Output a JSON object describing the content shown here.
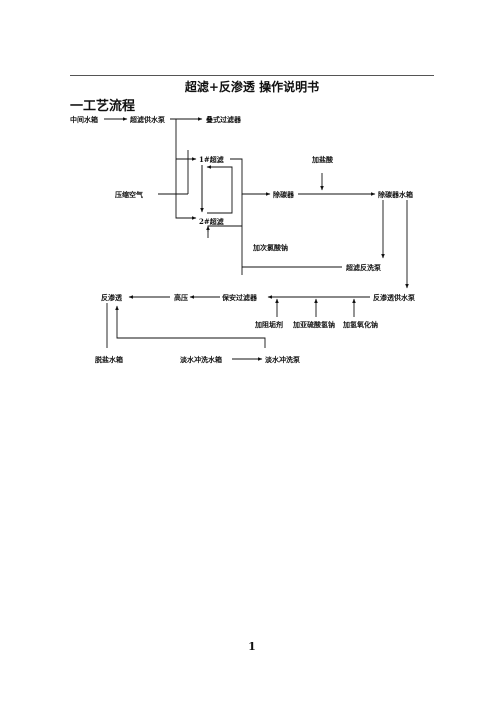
{
  "document": {
    "title": "超滤+反渗透  操作说明书",
    "section_heading": "一工艺流程",
    "page_number": "1"
  },
  "diagram": {
    "nodes": {
      "mid_tank": "中间水箱",
      "uf_feed_pump": "超滤供水泵",
      "disc_filter": "叠式过滤器",
      "uf1": "1#超滤",
      "uf2": "2#超滤",
      "compressed_air": "压缩空气",
      "add_hcl": "加盐酸",
      "decarbonizer": "除碳器",
      "decarb_tank": "除碳器水箱",
      "add_naclo": "加次氯酸钠",
      "uf_backwash_pump": "超滤反洗泵",
      "ro": "反渗透",
      "high_pressure": "高压",
      "security_filter": "保安过滤器",
      "ro_feed_pump": "反渗透供水泵",
      "add_antiscalant": "加阻垢剂",
      "add_sodium_bisulfite": "加亚硫酸氢钠",
      "add_naoh": "加氢氧化钠",
      "desalted_tank": "脱盐水箱",
      "flush_tank": "淡水冲洗水箱",
      "flush_pump": "淡水冲洗泵"
    }
  }
}
